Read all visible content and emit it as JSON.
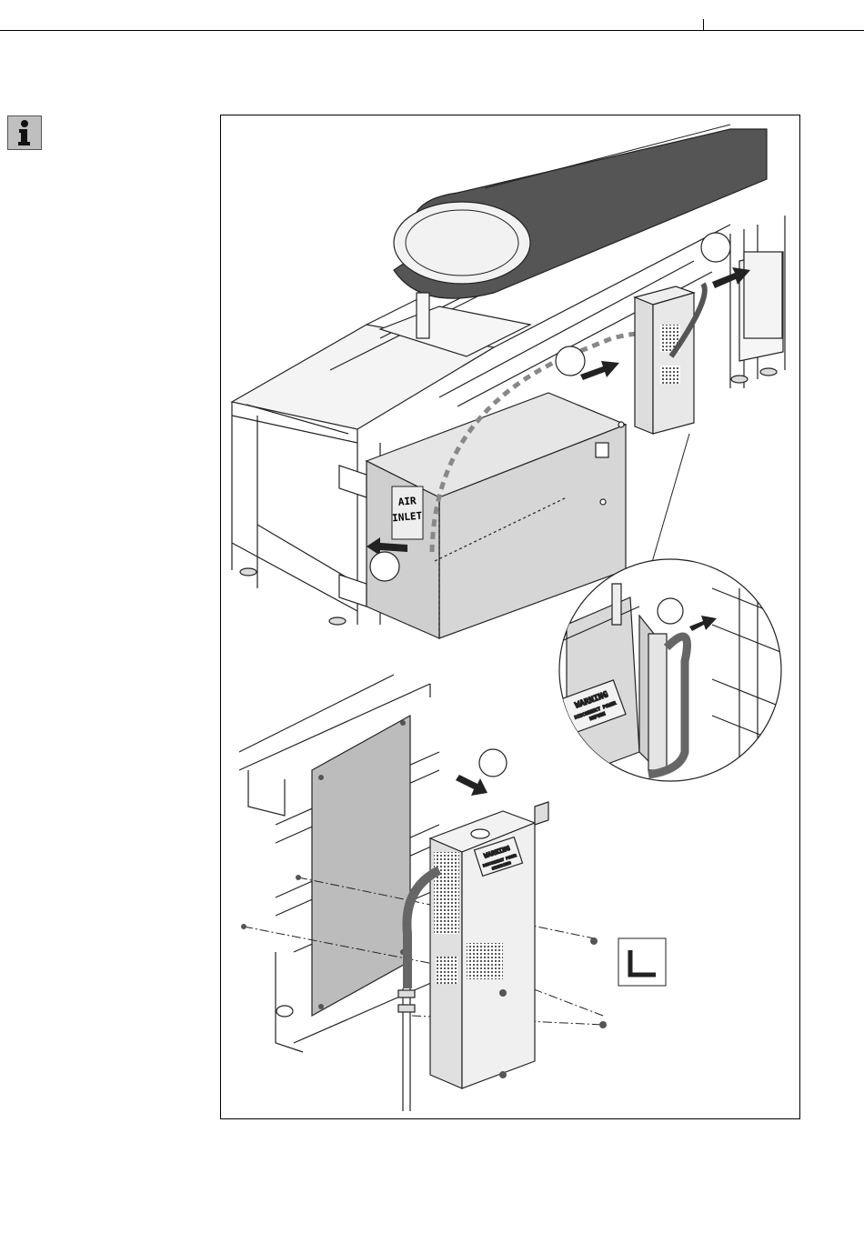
{
  "page": {
    "info_icon": "info-icon"
  },
  "labels": {
    "air_inlet_line1": "AIR",
    "air_inlet_line2": "INLET",
    "warning": "WARNING",
    "warning_small_line1": "DISCONNECT POWER",
    "warning_small_line2": "BEFORE",
    "warning_small_line3": "SERVICING"
  },
  "icons": {
    "tool": "hex-key-icon",
    "arrow": "arrow-icon",
    "callout": "callout-circle"
  }
}
